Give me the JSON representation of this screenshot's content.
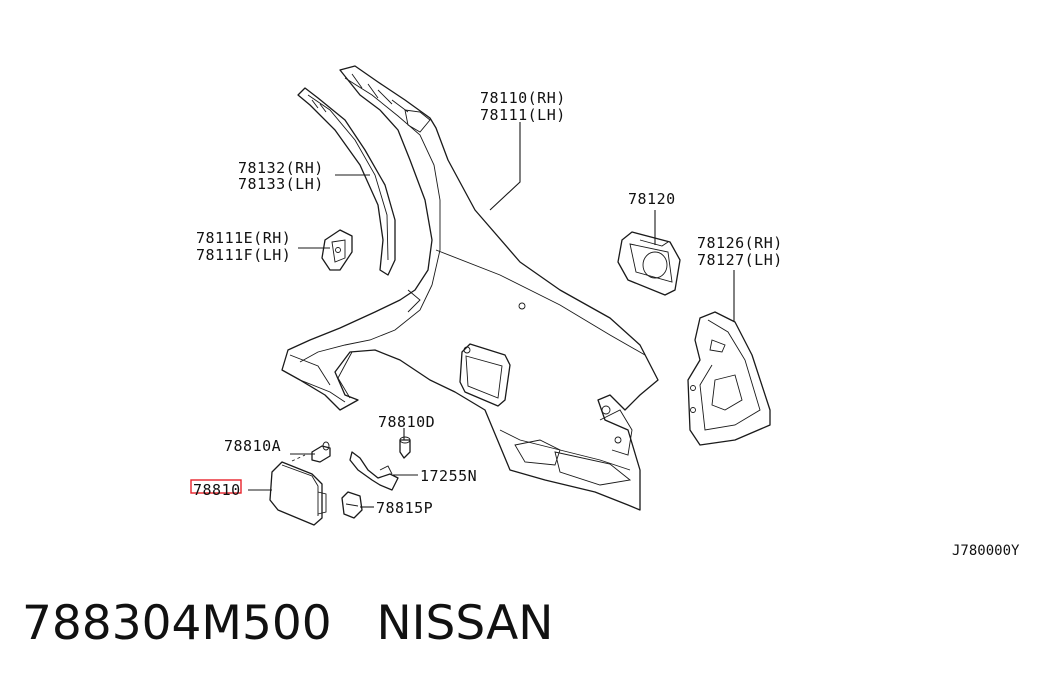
{
  "labels": {
    "p78110": "78110(RH)",
    "p78111": "78111(LH)",
    "p78132": "78132(RH)",
    "p78133": "78133(LH)",
    "p78111E": "78111E(RH)",
    "p78111F": "78111F(LH)",
    "p78120": "78120",
    "p78126": "78126(RH)",
    "p78127": "78127(LH)",
    "p78810D": "78810D",
    "p78810A": "78810A",
    "p17255N": "17255N",
    "p78810": "78810",
    "p78815P": "78815P"
  },
  "diagram_code": "J780000Y",
  "caption": {
    "part_number": "788304M500",
    "brand": "NISSAN"
  },
  "highlight_color": "#e8222a"
}
